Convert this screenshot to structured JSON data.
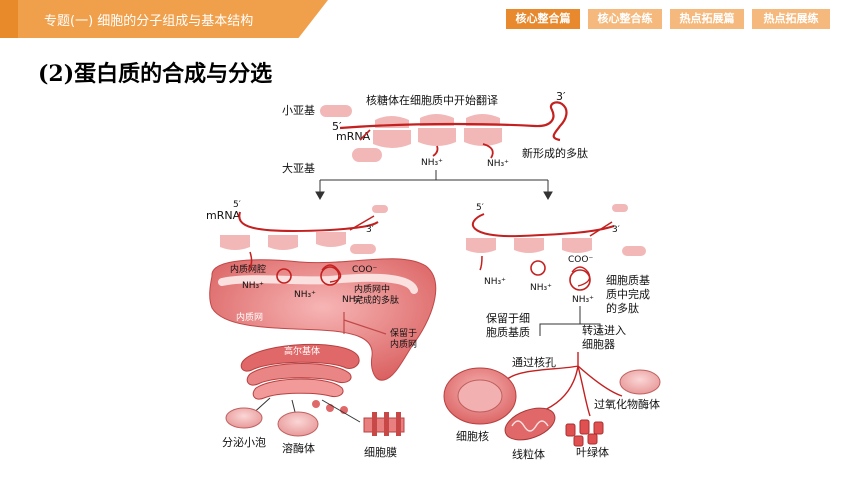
{
  "header": {
    "title": "专题(一)  细胞的分子组成与基本结构",
    "tabs": [
      {
        "label": "核心整合篇",
        "active": true
      },
      {
        "label": "核心整合练",
        "active": false
      },
      {
        "label": "热点拓展篇",
        "active": false
      },
      {
        "label": "热点拓展练",
        "active": false
      }
    ]
  },
  "heading": "(2)蛋白质的合成与分选",
  "colors": {
    "ribbon": "#f0a04b",
    "tab_active": "#e8892e",
    "tab_inactive": "#f5b97d",
    "ribosome": "#f2b8b8",
    "mrna": "#c42020",
    "er": "#e88080",
    "golgi": "#e06868"
  },
  "diagram": {
    "top": {
      "small_subunit": "小亚基",
      "large_subunit": "大亚基",
      "start_translation": "核糖体在细胞质中开始翻译",
      "five_prime": "5′",
      "three_prime": "3′",
      "mrna": "mRNA",
      "nh3": "NH₃⁺",
      "new_peptide": "新形成的多肽"
    },
    "left": {
      "mrna": "mRNA",
      "five_prime": "5′",
      "three_prime": "3′",
      "er_lumen": "内质网腔",
      "coo": "COO⁻",
      "nh3": "NH₃⁺",
      "er_done_1": "内质网中",
      "er_done_2": "完成的多肽",
      "er": "内质网",
      "retain_er_1": "保留于",
      "retain_er_2": "内质网",
      "golgi": "高尔基体",
      "secretory": "分泌小泡",
      "lysosome": "溶酶体",
      "membrane": "细胞膜"
    },
    "right": {
      "five_prime": "5′",
      "three_prime": "3′",
      "coo": "COO⁻",
      "nh3": "NH₃⁺",
      "cyto_done_1": "细胞质基",
      "cyto_done_2": "质中完成",
      "cyto_done_3": "的多肽",
      "retain_cyto_1": "保留于细",
      "retain_cyto_2": "胞质基质",
      "transport_1": "转运进入",
      "transport_2": "细胞器",
      "via_pore": "通过核孔",
      "peroxisome": "过氧化物酶体",
      "nucleus": "细胞核",
      "mitochondria": "线粒体",
      "chloroplast": "叶绿体"
    }
  }
}
